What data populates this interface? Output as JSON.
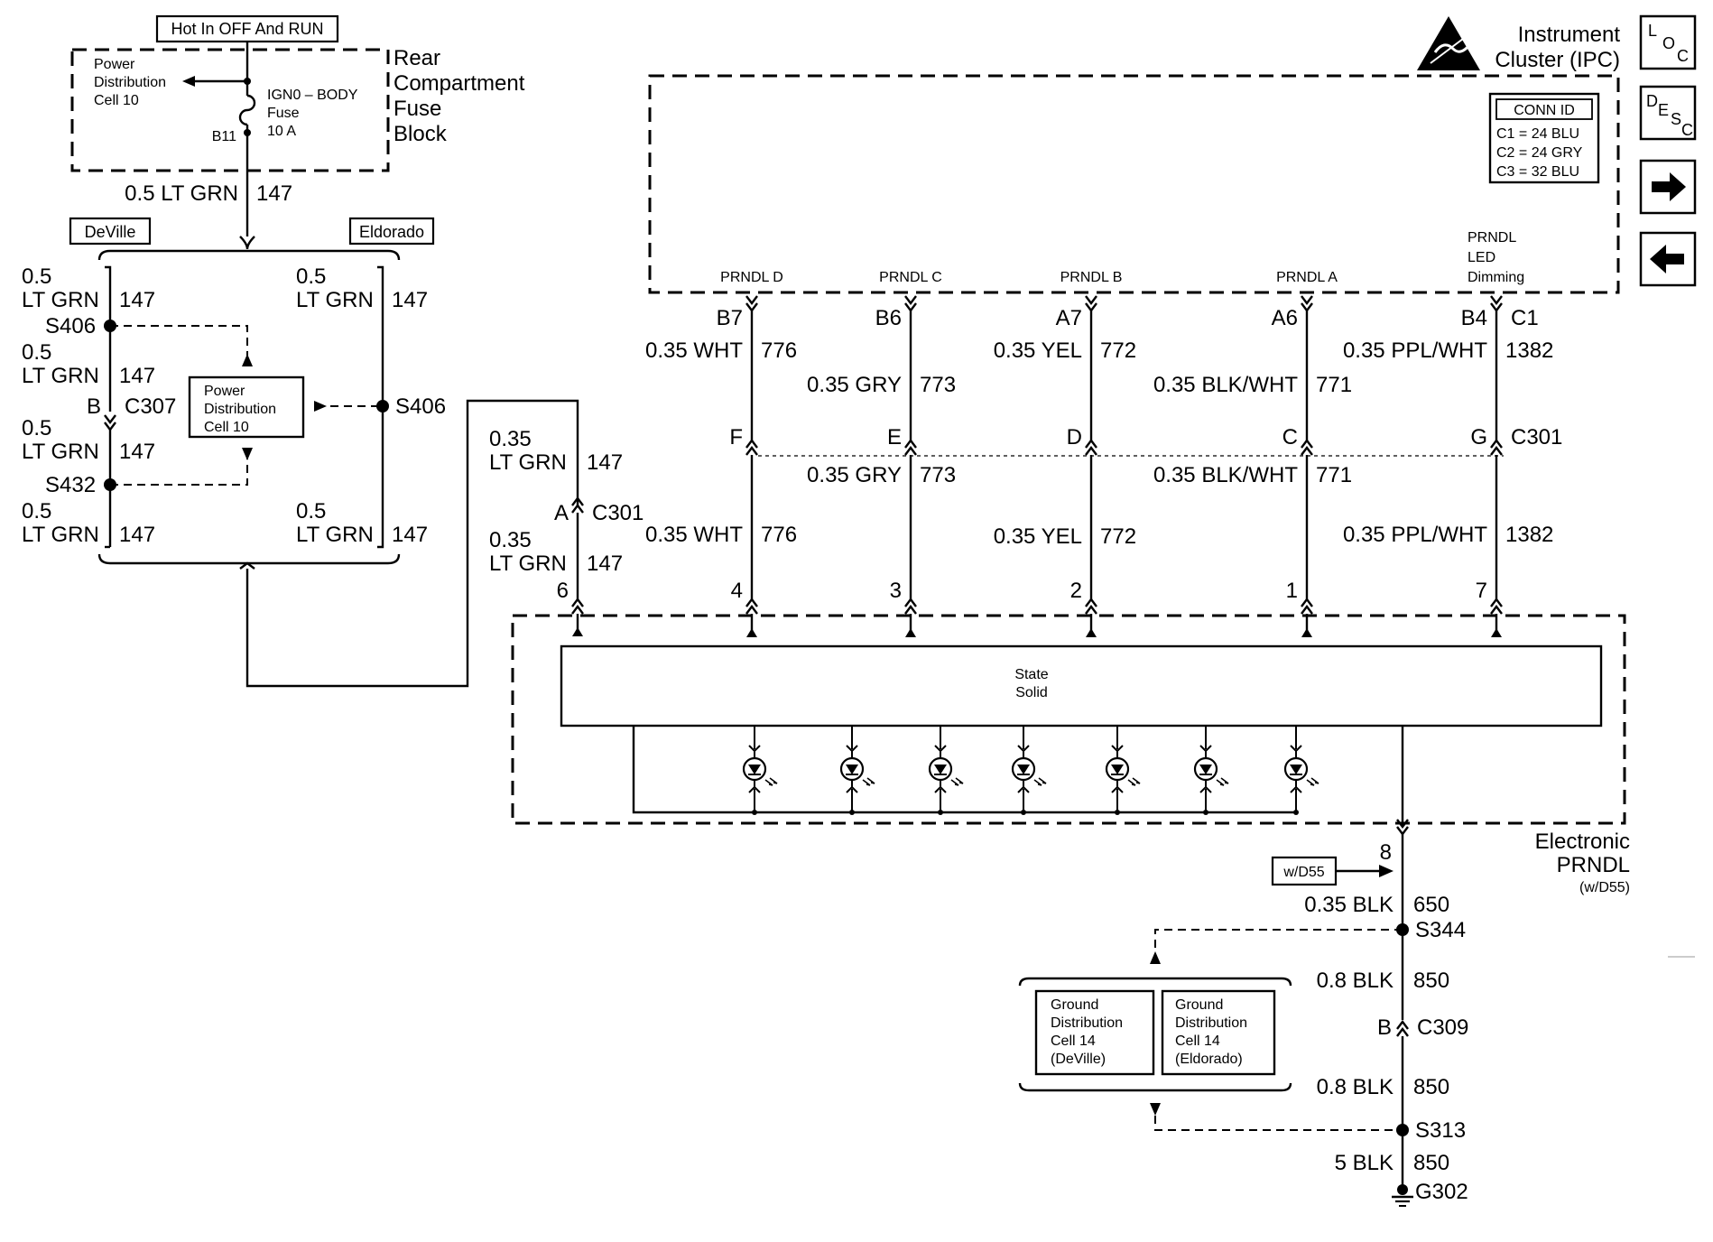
{
  "header": {
    "title_line1": "Instrument",
    "title_line2": "Cluster (IPC)"
  },
  "nav": {
    "loc": {
      "l": "L",
      "o": "O",
      "c": "C"
    },
    "desc": {
      "d": "D",
      "e": "E",
      "s": "S",
      "c": "C"
    },
    "next": "next",
    "prev": "previous"
  },
  "conn_id": {
    "title": "CONN ID",
    "c1": "C1 = 24 BLU",
    "c2": "C2 = 24 GRY",
    "c3": "C3 = 32 BLU"
  },
  "fuse_block": {
    "hot_label": "Hot In OFF And RUN",
    "power_line1": "Power",
    "power_line2": "Distribution",
    "power_line3": "Cell 10",
    "fuse_line1": "IGN0 – BODY",
    "fuse_line2": "Fuse",
    "fuse_line3": "10 A",
    "pin": "B11",
    "name_line1": "Rear",
    "name_line2": "Compartment",
    "name_line3": "Fuse",
    "name_line4": "Block"
  },
  "feed_wire": {
    "gauge": "0.5 LT GRN",
    "circuit": "147"
  },
  "deville": {
    "label": "DeVille",
    "w1_gauge": "0.5",
    "w1_color": "LT GRN",
    "w1_circuit": "147",
    "splice_top": "S406",
    "w2_gauge": "0.5",
    "w2_color": "LT GRN",
    "w2_circuit": "147",
    "conn_pin": "B",
    "conn_name": "C307",
    "w3_gauge": "0.5",
    "w3_color": "LT GRN",
    "w3_circuit": "147",
    "splice_bottom": "S432",
    "w4_gauge": "0.5",
    "w4_color": "LT GRN",
    "w4_circuit": "147"
  },
  "eldorado": {
    "label": "Eldorado",
    "w1_gauge": "0.5",
    "w1_color": "LT GRN",
    "w1_circuit": "147",
    "splice": "S406",
    "w2_gauge": "0.5",
    "w2_color": "LT GRN",
    "w2_circuit": "147"
  },
  "power_ref": {
    "line1": "Power",
    "line2": "Distribution",
    "line3": "Cell 10"
  },
  "feed_to_prndl": {
    "w1_gauge": "0.35",
    "w1_color": "LT GRN",
    "w1_circuit": "147",
    "conn_pin": "A",
    "conn_name": "C301",
    "w2_gauge": "0.35",
    "w2_color": "LT GRN",
    "w2_circuit": "147",
    "pin": "6"
  },
  "ipc_circuits": [
    {
      "name": "PRNDL D",
      "ipc_pin": "B7",
      "upper_gauge": "0.35 WHT",
      "upper_circuit": "776",
      "c301_pin": "F",
      "lower_gauge": "0.35 WHT",
      "lower_circuit": "776",
      "prndl_pin": "4"
    },
    {
      "name": "PRNDL C",
      "ipc_pin": "B6",
      "upper_gauge": "0.35 GRY",
      "upper_circuit": "773",
      "c301_pin": "E",
      "lower_gauge": "0.35 GRY",
      "lower_circuit": "773",
      "prndl_pin": "3"
    },
    {
      "name": "PRNDL B",
      "ipc_pin": "A7",
      "upper_gauge": "0.35 YEL",
      "upper_circuit": "772",
      "c301_pin": "D",
      "lower_gauge": "0.35 YEL",
      "lower_circuit": "772",
      "prndl_pin": "2"
    },
    {
      "name": "PRNDL A",
      "ipc_pin": "A6",
      "upper_gauge": "0.35 BLK/WHT",
      "upper_circuit": "771",
      "c301_pin": "C",
      "lower_gauge": "0.35 BLK/WHT",
      "lower_circuit": "771",
      "prndl_pin": "1"
    },
    {
      "name": "PRNDL LED Dimming",
      "name_l1": "PRNDL",
      "name_l2": "LED",
      "name_l3": "Dimming",
      "ipc_pin": "B4",
      "ipc_conn": "C1",
      "upper_gauge": "0.35 PPL/WHT",
      "upper_circuit": "1382",
      "c301_pin": "G",
      "c301_name": "C301",
      "lower_gauge": "0.35 PPL/WHT",
      "lower_circuit": "1382",
      "prndl_pin": "7"
    }
  ],
  "prndl_module": {
    "solid_line1": "State",
    "solid_line2": "Solid",
    "name_line1": "Electronic",
    "name_line2": "PRNDL",
    "name_line3": "(w/D55)"
  },
  "ground": {
    "option": "w/D55",
    "pin": "8",
    "w1_gauge": "0.35 BLK",
    "w1_circuit": "650",
    "splice1": "S344",
    "w2_gauge": "0.8 BLK",
    "w2_circuit": "850",
    "conn_pin": "B",
    "conn_name": "C309",
    "w3_gauge": "0.8 BLK",
    "w3_circuit": "850",
    "splice2": "S313",
    "w4_gauge": "5 BLK",
    "w4_circuit": "850",
    "ground_point": "G302",
    "ref1_line1": "Ground",
    "ref1_line2": "Distribution",
    "ref1_line3": "Cell 14",
    "ref1_line4": "(DeVille)",
    "ref2_line1": "Ground",
    "ref2_line2": "Distribution",
    "ref2_line3": "Cell 14",
    "ref2_line4": "(Eldorado)"
  }
}
